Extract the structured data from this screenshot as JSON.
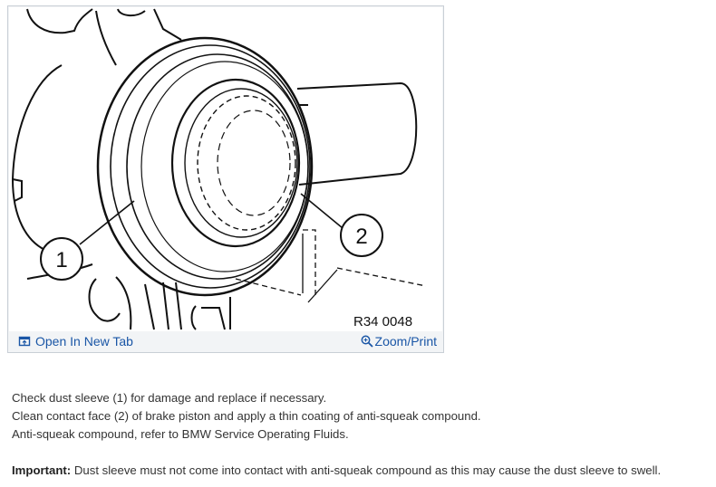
{
  "figure": {
    "callout_1": "1",
    "callout_2": "2",
    "figure_code": "R34 0048",
    "open_new_tab_label": "Open In New Tab",
    "open_new_tab_icon": "open-in-new-tab-icon",
    "zoom_print_label": "Zoom/Print",
    "zoom_print_icon": "magnifier-zoom-icon",
    "link_color": "#1a56a6"
  },
  "instructions": {
    "lines": [
      "Check dust sleeve (1) for damage and replace if necessary.",
      "Clean contact face (2) of brake piston and apply a thin coating of anti-squeak compound.",
      "Anti-squeak compound, refer to BMW Service Operating Fluids."
    ],
    "important_label": "Important:",
    "important_text": " Dust sleeve must not come into contact with anti-squeak compound as this may cause the dust sleeve to swell."
  }
}
